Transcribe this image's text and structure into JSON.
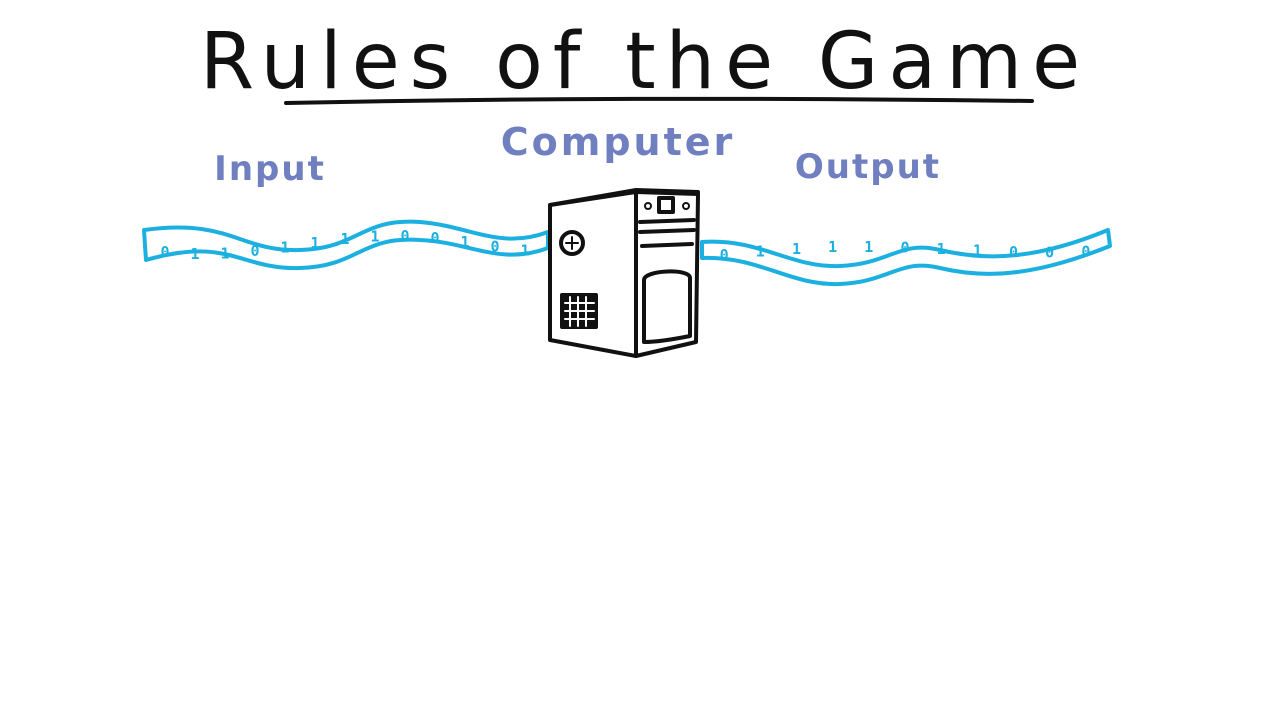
{
  "title": "Rules of the Game",
  "labels": {
    "input": "Input",
    "computer": "Computer",
    "output": "Output"
  },
  "tapes": {
    "input_bits": [
      "0",
      "1",
      "1",
      "0",
      "1",
      "1",
      "1",
      "1",
      "0",
      "0",
      "1",
      "0",
      "1"
    ],
    "output_bits": [
      "0",
      "1",
      "1",
      "1",
      "1",
      "0",
      "1",
      "1",
      "0",
      "0",
      "0"
    ]
  },
  "colors": {
    "ink": "#111111",
    "label": "#6f7fbf",
    "tape": "#1cb0e0"
  }
}
